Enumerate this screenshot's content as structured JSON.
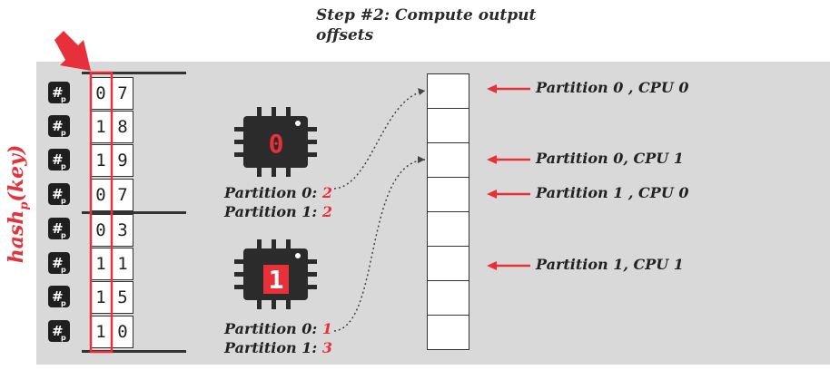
{
  "title": "Step #2: Compute output offsets",
  "hash_label": {
    "base": "hash",
    "sub": "p",
    "arg": "(key)"
  },
  "hash_icon": {
    "symbol": "#",
    "subscript": "p"
  },
  "rows": [
    {
      "d1": "0",
      "d2": "7"
    },
    {
      "d1": "1",
      "d2": "8"
    },
    {
      "d1": "1",
      "d2": "9"
    },
    {
      "d1": "0",
      "d2": "7"
    },
    {
      "d1": "0",
      "d2": "3"
    },
    {
      "d1": "1",
      "d2": "1"
    },
    {
      "d1": "1",
      "d2": "5"
    },
    {
      "d1": "1",
      "d2": "0"
    }
  ],
  "cpus": [
    {
      "id": "0",
      "p0_label": "Partition 0: ",
      "p0_count": "2",
      "p1_label": "Partition 1: ",
      "p1_count": "2"
    },
    {
      "id": "1",
      "p0_label": "Partition 0: ",
      "p0_count": "1",
      "p1_label": "Partition 1: ",
      "p1_count": "3"
    }
  ],
  "annotations": [
    "Partition 0 , CPU 0",
    "Partition 0, CPU 1",
    "Partition 1 , CPU 0",
    "Partition 1, CPU 1"
  ],
  "colors": {
    "accent": "#e8303a",
    "panel": "#d9d9d9",
    "dark": "#2b2b2b"
  }
}
